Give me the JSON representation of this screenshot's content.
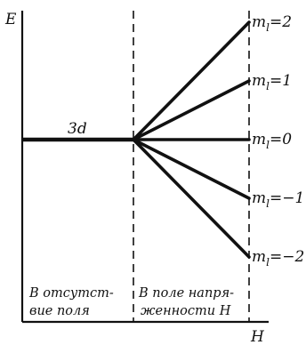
{
  "axes": {
    "y_label": "E",
    "x_label": "H"
  },
  "level": {
    "label": "3d"
  },
  "sublevels": [
    {
      "m_l": 2,
      "label": "=2"
    },
    {
      "m_l": 1,
      "label": "=1"
    },
    {
      "m_l": 0,
      "label": "=0"
    },
    {
      "m_l": -1,
      "label": "=−1"
    },
    {
      "m_l": -2,
      "label": "=−2"
    }
  ],
  "quantum_symbol": {
    "base": "m",
    "subscript": "l"
  },
  "regions": {
    "no_field": {
      "line1": "В отсутст-",
      "line2": "вие поля"
    },
    "in_field": {
      "line1": "В поле напря-",
      "line2": "женности H"
    }
  },
  "colors": {
    "ink": "#111111",
    "background": "#ffffff"
  }
}
